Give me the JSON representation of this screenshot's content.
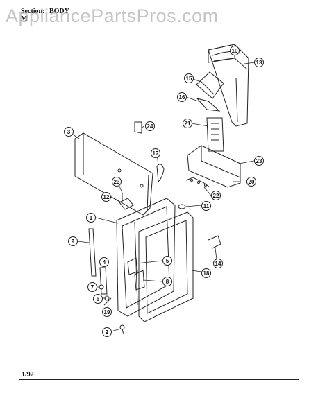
{
  "header": {
    "section_label": "Section:",
    "section_value": "BODY",
    "model_label": "M"
  },
  "watermark": "AppliancePartsPros.com",
  "footer": {
    "date": "1/92"
  },
  "callouts": [
    "1",
    "2",
    "3",
    "4",
    "5",
    "6",
    "7",
    "8",
    "9",
    "10",
    "11",
    "12",
    "13",
    "14",
    "15",
    "16",
    "17",
    "18",
    "19",
    "20",
    "21",
    "22",
    "23",
    "23",
    "24"
  ],
  "colors": {
    "ink": "#111111",
    "watermark": "#969696"
  }
}
